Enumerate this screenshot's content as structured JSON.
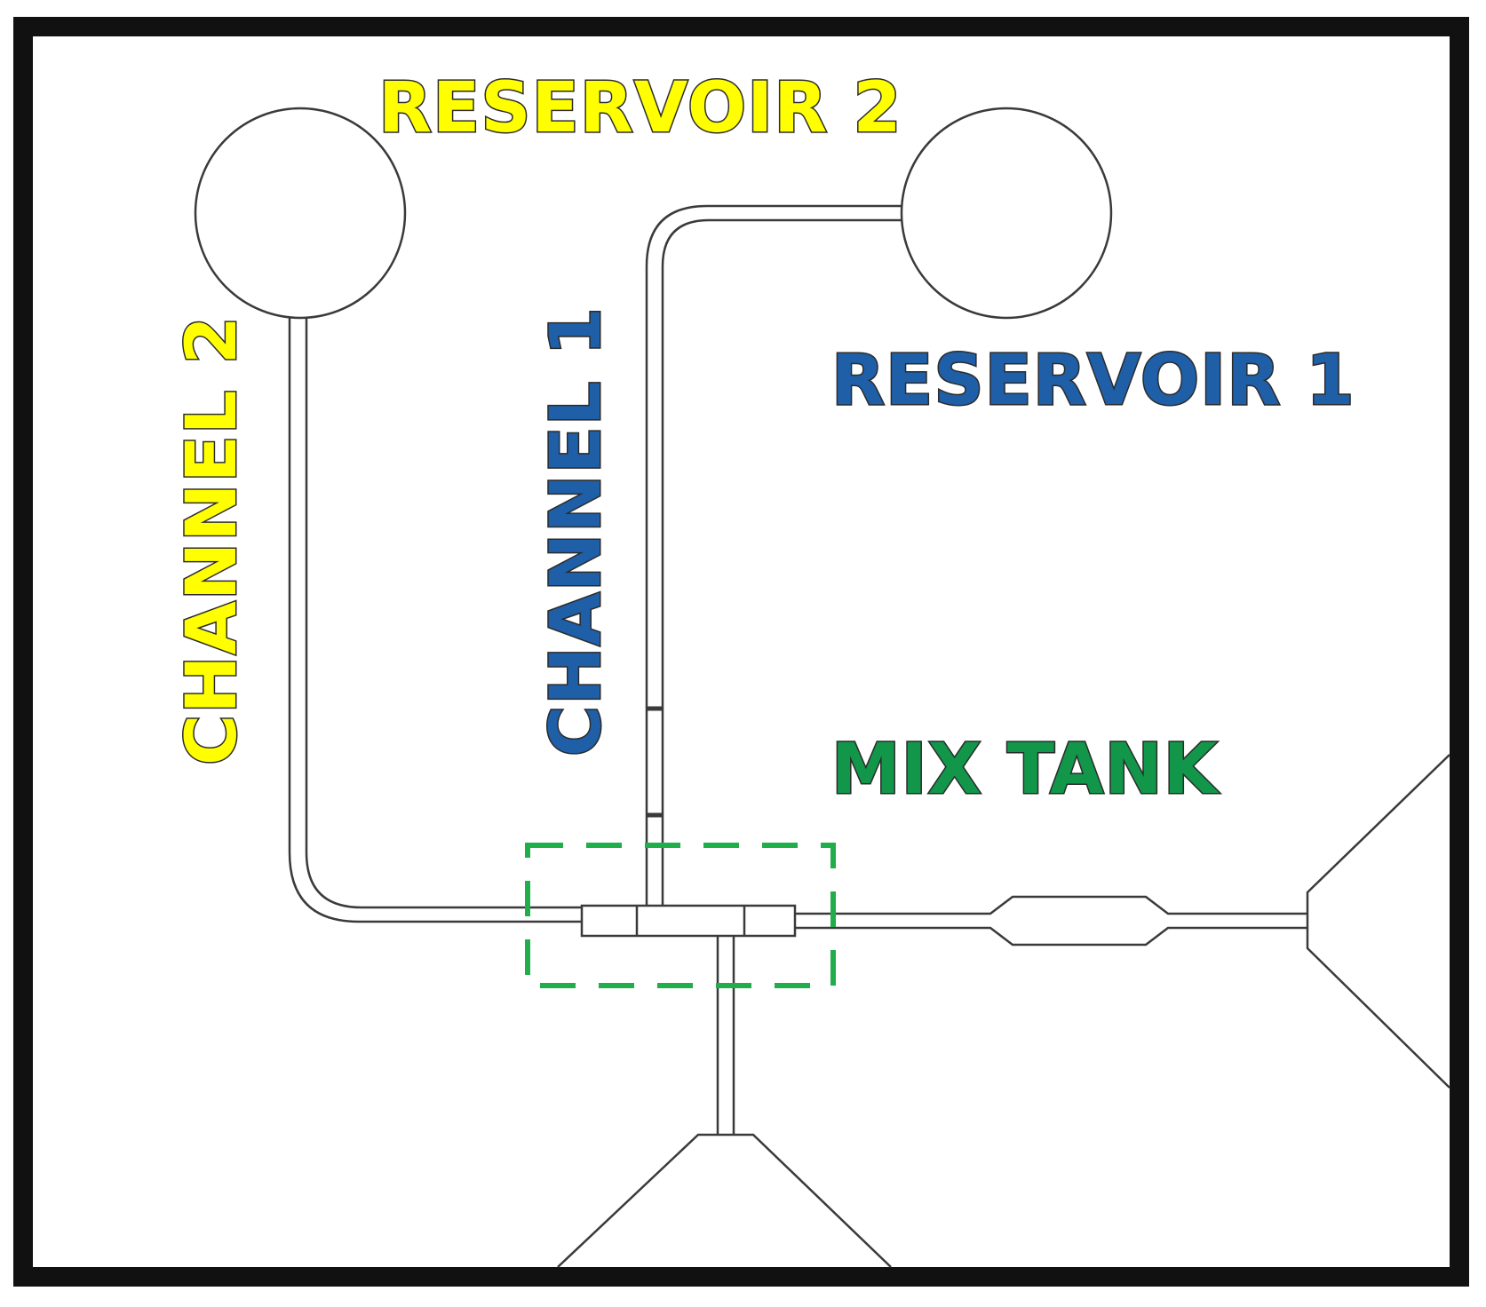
{
  "labels": {
    "reservoir_2": "RESERVOIR 2",
    "reservoir_1": "RESERVOIR 1",
    "channel_2": "CHANNEL 2",
    "channel_1": "CHANNEL 1",
    "mix_tank": "MIX TANK"
  },
  "colors": {
    "reservoir_2": "#ffff00",
    "channel_2": "#ffff00",
    "reservoir_1": "#1f5fa8",
    "channel_1": "#1f5fa8",
    "mix_tank": "#12964a",
    "highlight_box": "#1fae4a",
    "frame": "#111111"
  }
}
